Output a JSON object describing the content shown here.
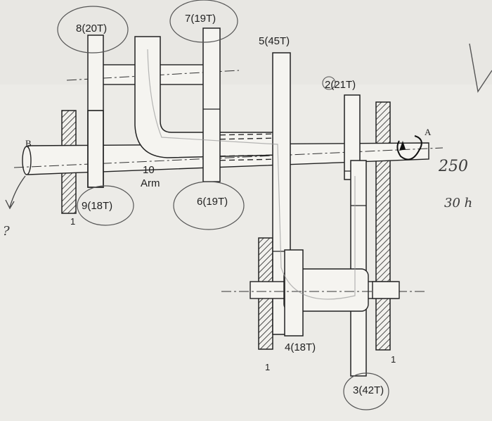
{
  "gears": {
    "g8": "8(20T)",
    "g7": "7(19T)",
    "g5": "5(45T)",
    "g2": "2(21T)",
    "g9": "9(18T)",
    "g6": "6(19T)",
    "g4": "4(18T)",
    "g3": "3(42T)"
  },
  "arm": {
    "number": "10",
    "label": "Arm"
  },
  "frame": {
    "left": "1",
    "bottom_left": "1",
    "bottom_right": "1"
  },
  "shafts": {
    "output": "B",
    "input": "A"
  },
  "handwritten": {
    "speed": "250",
    "power": "30 h",
    "unknown": "?"
  }
}
